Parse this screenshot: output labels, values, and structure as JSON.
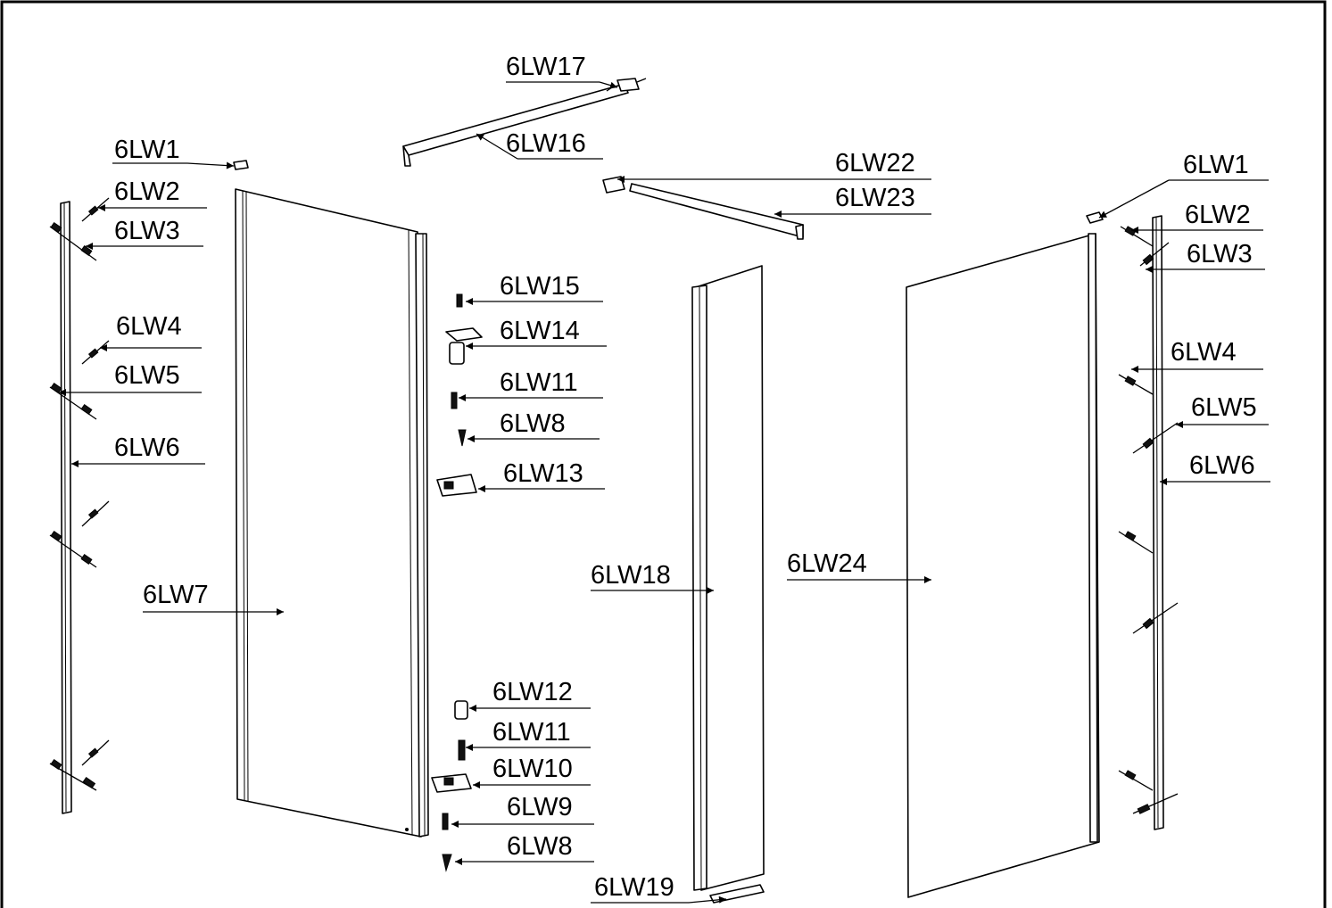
{
  "callouts": {
    "left_1": "6LW1",
    "left_2": "6LW2",
    "left_3": "6LW3",
    "left_4": "6LW4",
    "left_5": "6LW5",
    "left_6": "6LW6",
    "left_7": "6LW7",
    "c_17": "6LW17",
    "c_16": "6LW16",
    "c_22": "6LW22",
    "c_23": "6LW23",
    "c_15": "6LW15",
    "c_14": "6LW14",
    "c_11a": "6LW11",
    "c_8a": "6LW8",
    "c_13": "6LW13",
    "c_12": "6LW12",
    "c_11b": "6LW11",
    "c_10": "6LW10",
    "c_9": "6LW9",
    "c_8b": "6LW8",
    "c_18": "6LW18",
    "c_19": "6LW19",
    "c_24": "6LW24",
    "right_1": "6LW1",
    "right_2": "6LW2",
    "right_3": "6LW3",
    "right_4": "6LW4",
    "right_5": "6LW5",
    "right_6": "6LW6"
  }
}
